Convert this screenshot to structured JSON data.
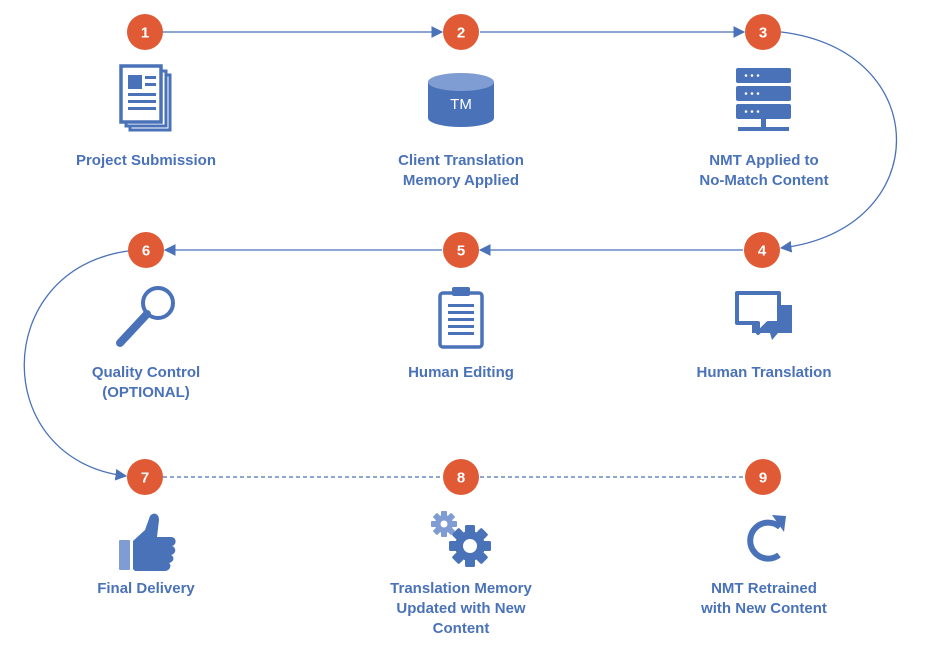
{
  "colors": {
    "badge": "#e05a35",
    "line": "#4a72b8",
    "icon": "#4a72b8",
    "icon_light": "#7f9dd3",
    "text": "#4a72b8"
  },
  "steps": [
    {
      "number": "1",
      "icon": "document-stack-icon",
      "lines": [
        "Project Submission"
      ]
    },
    {
      "number": "2",
      "icon": "database-tm-icon",
      "icon_text": "TM",
      "lines": [
        "Client Translation",
        "Memory Applied"
      ]
    },
    {
      "number": "3",
      "icon": "server-icon",
      "lines": [
        "NMT Applied to",
        "No-Match Content"
      ]
    },
    {
      "number": "4",
      "icon": "chat-bubbles-icon",
      "lines": [
        "Human Translation"
      ]
    },
    {
      "number": "5",
      "icon": "clipboard-icon",
      "lines": [
        "Human Editing"
      ]
    },
    {
      "number": "6",
      "icon": "magnifier-icon",
      "lines": [
        "Quality Control",
        "(OPTIONAL)"
      ]
    },
    {
      "number": "7",
      "icon": "thumbs-up-icon",
      "lines": [
        "Final Delivery"
      ]
    },
    {
      "number": "8",
      "icon": "gears-icon",
      "lines": [
        "Translation Memory",
        "Updated with New",
        "Content"
      ]
    },
    {
      "number": "9",
      "icon": "refresh-icon",
      "lines": [
        "NMT Retrained",
        "with New Content"
      ]
    }
  ]
}
